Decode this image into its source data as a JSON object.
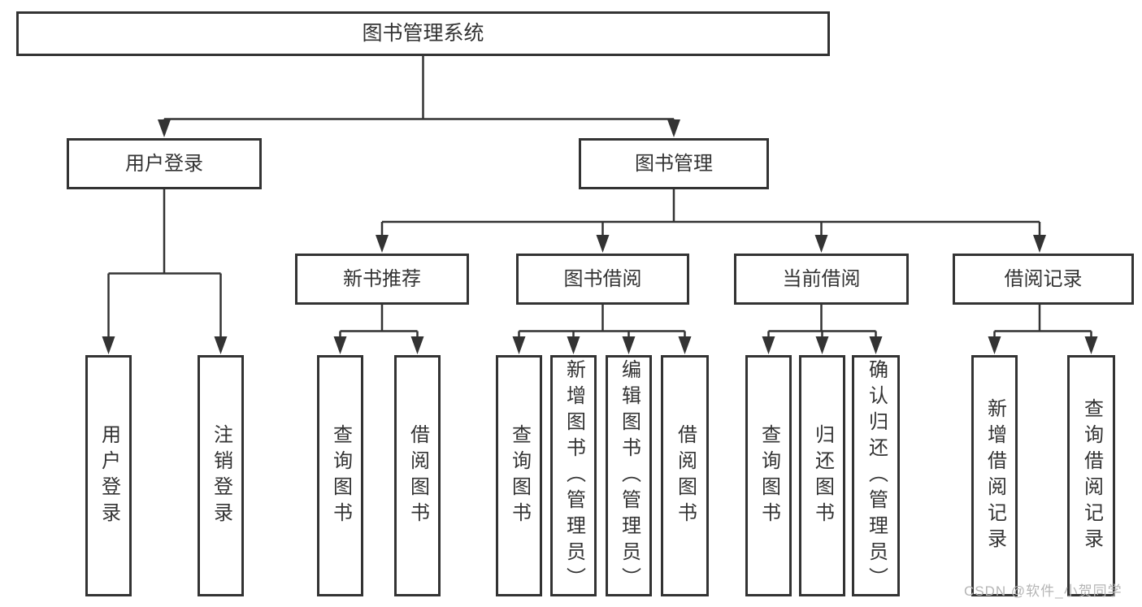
{
  "diagram": {
    "root": {
      "label": "图书管理系统"
    },
    "level2": [
      {
        "id": "user-login",
        "label": "用户登录"
      },
      {
        "id": "book-management",
        "label": "图书管理"
      }
    ],
    "level3": [
      {
        "id": "new-book-recommendation",
        "label": "新书推荐"
      },
      {
        "id": "book-borrowing",
        "label": "图书借阅"
      },
      {
        "id": "current-borrowing",
        "label": "当前借阅"
      },
      {
        "id": "borrowing-records",
        "label": "借阅记录"
      }
    ],
    "leaves": [
      {
        "parent": "user-login",
        "label": "用户登录"
      },
      {
        "parent": "user-login",
        "label": "注销登录"
      },
      {
        "parent": "new-book-recommendation",
        "label": "查询图书"
      },
      {
        "parent": "new-book-recommendation",
        "label": "借阅图书"
      },
      {
        "parent": "book-borrowing",
        "label": "查询图书"
      },
      {
        "parent": "book-borrowing",
        "label": "新增图书（管理员）"
      },
      {
        "parent": "book-borrowing",
        "label": "编辑图书（管理员）"
      },
      {
        "parent": "book-borrowing",
        "label": "借阅图书"
      },
      {
        "parent": "current-borrowing",
        "label": "查询图书"
      },
      {
        "parent": "current-borrowing",
        "label": "归还图书"
      },
      {
        "parent": "current-borrowing",
        "label": "确认归还（管理员）"
      },
      {
        "parent": "borrowing-records",
        "label": "新增借阅记录"
      },
      {
        "parent": "borrowing-records",
        "label": "查询借阅记录"
      }
    ]
  },
  "watermark": {
    "text": "CSDN @软件_小贺同学"
  },
  "colors": {
    "line": "#333333",
    "border": "#333333",
    "text": "#333333",
    "watermark": "#b5b5b5",
    "background": "#ffffff"
  }
}
